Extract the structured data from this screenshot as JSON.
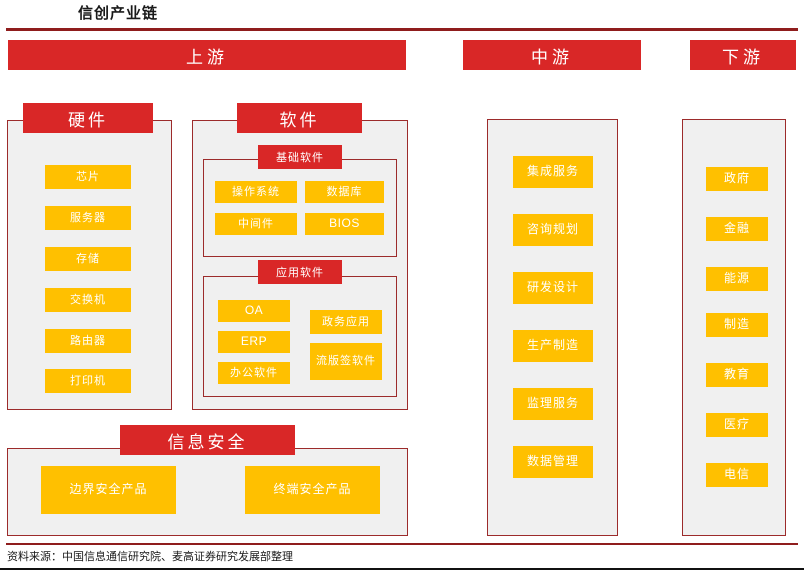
{
  "figure": {
    "title": "信创产业链",
    "source_note": "资料来源：中国信息通信研究院、麦高证券研究发展部整理"
  },
  "colors": {
    "red": "#d92727",
    "dark_red": "#8f1d1d",
    "border_red": "#9c2b2b",
    "yellow": "#FFC000",
    "panel_bg": "#f0f0f0"
  },
  "bands": [
    {
      "key": "upstream",
      "label": "上游"
    },
    {
      "key": "midstream",
      "label": "中游"
    },
    {
      "key": "downstream",
      "label": "下游"
    }
  ],
  "upstream": {
    "hardware": {
      "caption": "硬件",
      "items": [
        "芯片",
        "服务器",
        "存储",
        "交换机",
        "路由器",
        "打印机"
      ]
    },
    "software": {
      "caption": "软件",
      "basic": {
        "caption": "基础软件",
        "items": [
          "操作系统",
          "数据库",
          "中间件",
          "BIOS"
        ]
      },
      "application": {
        "caption": "应用软件",
        "left_items": [
          "OA",
          "ERP",
          "办公软件"
        ],
        "right_items": [
          "政务应用",
          "流版签软件"
        ]
      }
    },
    "security": {
      "caption": "信息安全",
      "items": [
        "边界安全产品",
        "终端安全产品"
      ]
    }
  },
  "midstream": {
    "items": [
      "集成服务",
      "咨询规划",
      "研发设计",
      "生产制造",
      "监理服务",
      "数据管理"
    ]
  },
  "downstream": {
    "items": [
      "政府",
      "金融",
      "能源",
      "制造",
      "教育",
      "医疗",
      "电信"
    ]
  }
}
